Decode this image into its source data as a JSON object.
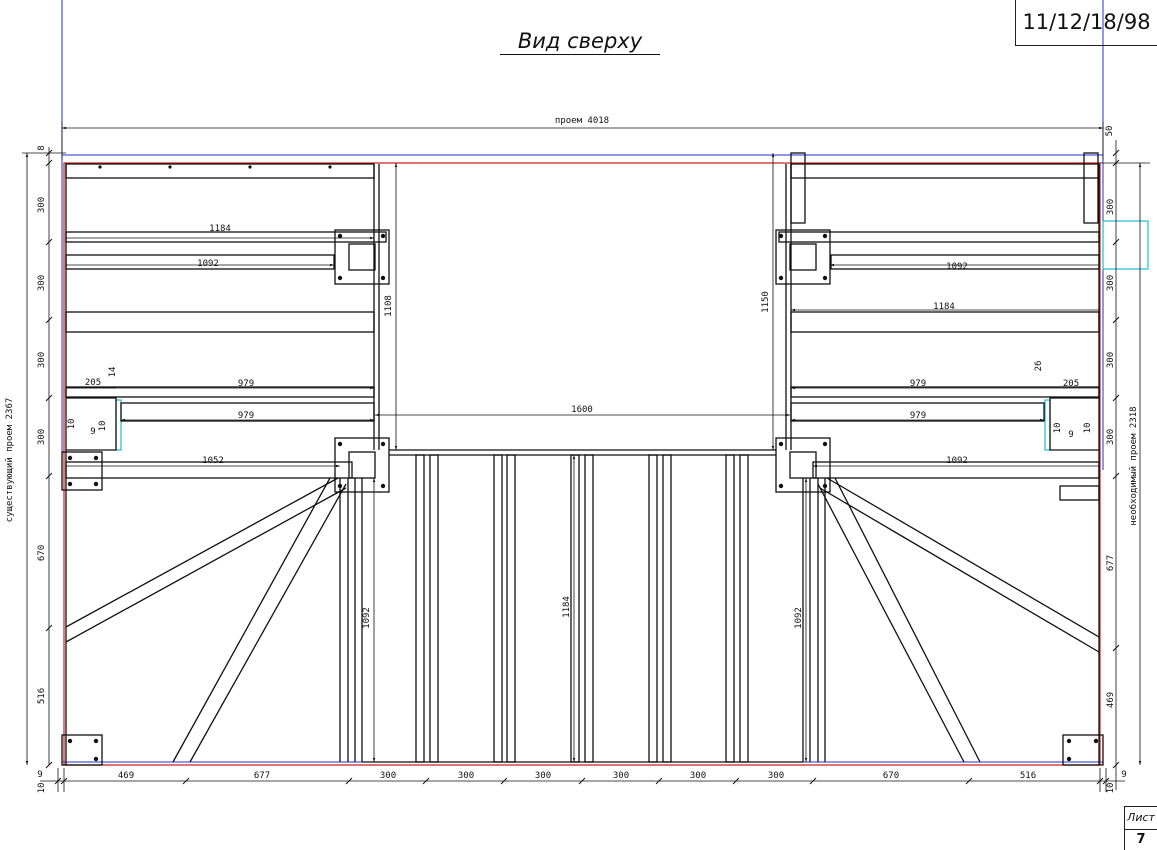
{
  "title": "Вид сверху",
  "document_number": "11/12/18/98",
  "sheet": {
    "label": "Лист",
    "number": "7"
  },
  "dimensions": {
    "opening_width": "проем 4018",
    "existing_opening": "существующий проем 2367",
    "required_opening": "необходимый проем 2318",
    "center_span": "1600",
    "left_vertical_upper": "1108",
    "right_vertical_upper": "1150",
    "left_vertical_lower": "1092",
    "right_vertical_lower": "1092",
    "center_vertical": "1184",
    "top_left_small": "8",
    "top_right_small": "50",
    "left_beams": [
      "1184",
      "1092",
      "979",
      "979",
      "1052"
    ],
    "right_beams": [
      "1092",
      "1184",
      "979",
      "979",
      "1092"
    ],
    "left_notch": {
      "w": "205",
      "a": "14",
      "b": "10",
      "c": "9",
      "d": "10"
    },
    "right_notch": {
      "w": "205",
      "a": "26",
      "b": "10",
      "c": "9",
      "d": "10"
    },
    "left_side": [
      "300",
      "300",
      "300",
      "300",
      "670",
      "516"
    ],
    "right_side": [
      "300",
      "300",
      "300",
      "300",
      "677",
      "469"
    ],
    "bottom": [
      "469",
      "677",
      "300",
      "300",
      "300",
      "300",
      "300",
      "300",
      "670",
      "516"
    ],
    "bottom_left_small": [
      "9",
      "10"
    ],
    "bottom_right_small": [
      "9",
      "10"
    ]
  },
  "colors": {
    "line": "#111111",
    "red": "#cc2222",
    "blue": "#2233cc",
    "cyan": "#22bbcc"
  }
}
